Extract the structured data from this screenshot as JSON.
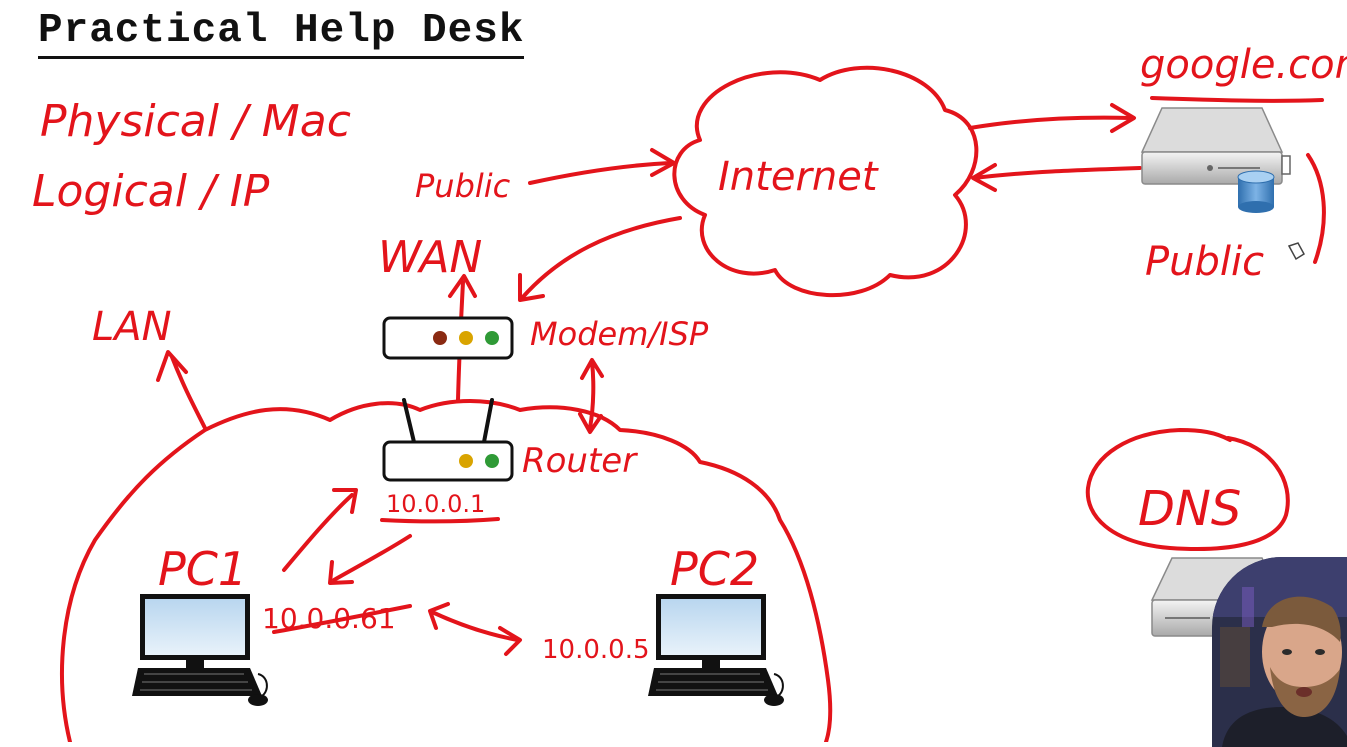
{
  "title": "Practical Help Desk",
  "notes": {
    "physical": "Physical / Mac",
    "logical": "Logical / IP"
  },
  "labels": {
    "public_left": "Public",
    "internet": "Internet",
    "google": "google.com",
    "public_right": "Public",
    "wan": "WAN",
    "lan": "LAN",
    "modem": "Modem/ISP",
    "router": "Router",
    "router_ip": "10.0.0.1",
    "pc1": "PC1",
    "pc1_ip": "10.0.0.61",
    "pc2": "PC2",
    "pc2_ip": "10.0.0.5",
    "dns": "DNS"
  },
  "colors": {
    "ink": "#e3141b",
    "title": "#111111",
    "led_red": "#8a2a12",
    "led_amber": "#d9a400",
    "led_green": "#2f9a36"
  },
  "icons": {
    "modem": "modem-icon",
    "router": "router-icon",
    "pc1": "desktop-computer-icon",
    "pc2": "desktop-computer-icon",
    "web_server": "server-icon",
    "dns_server": "server-icon",
    "presenter": "webcam-presenter"
  }
}
